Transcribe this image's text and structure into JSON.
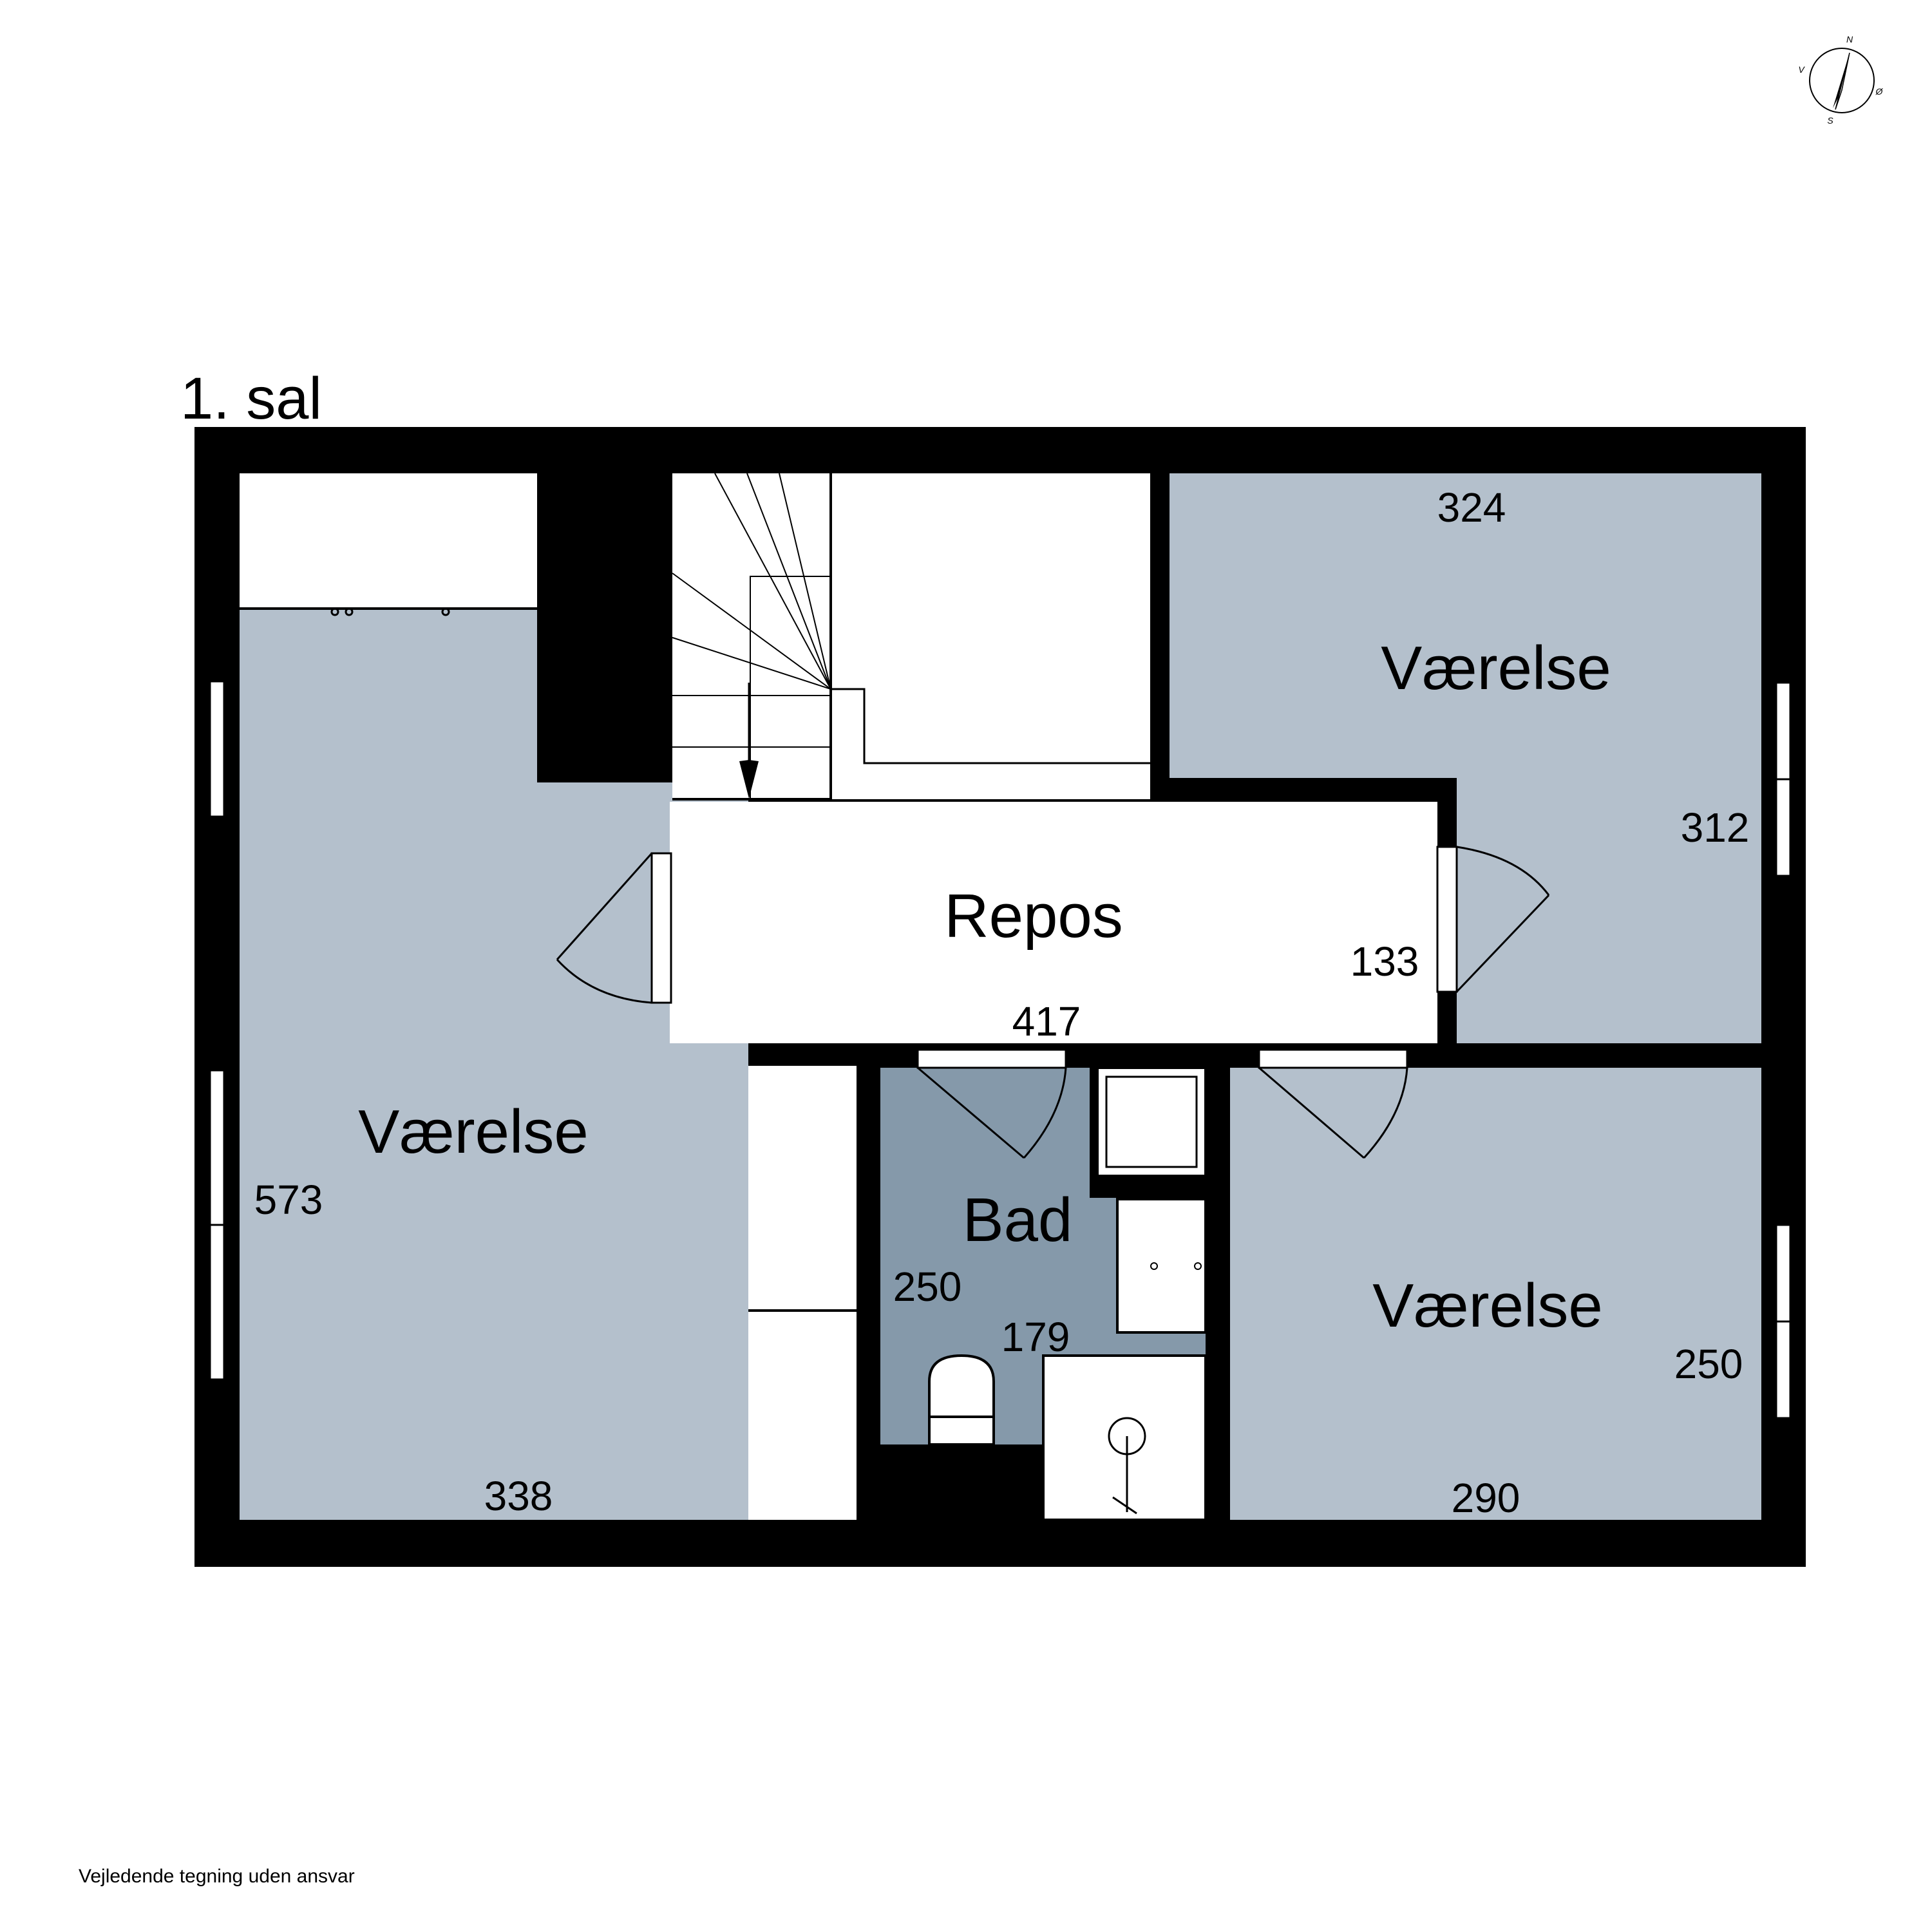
{
  "floor_title": "1. sal",
  "disclaimer": "Vejledende tegning uden ansvar",
  "compass": {
    "north": "N",
    "south": "S",
    "east": "Ø",
    "west": "V"
  },
  "colors": {
    "wall": "#000000",
    "room_fill": "#b4c0cc",
    "bath_fill": "#8599aa",
    "hall_fill": "#ffffff"
  },
  "rooms": {
    "vaerelse_left": {
      "name": "Værelse",
      "dim_height": "573",
      "dim_width": "338"
    },
    "vaerelse_top_right": {
      "name": "Værelse",
      "dim_width": "324",
      "dim_height": "312"
    },
    "vaerelse_bottom_right": {
      "name": "Værelse",
      "dim_height": "250",
      "dim_width": "290"
    },
    "repos": {
      "name": "Repos",
      "dim_height": "133",
      "dim_width": "417"
    },
    "bad": {
      "name": "Bad",
      "dim_height": "250",
      "dim_width": "179"
    }
  }
}
